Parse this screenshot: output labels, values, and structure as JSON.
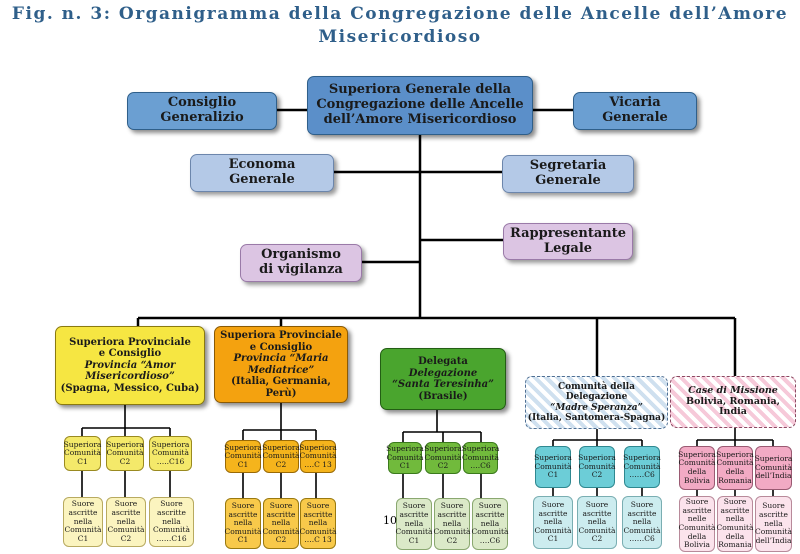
{
  "title": {
    "line1": "Fig. n. 3: Organigramma della Congregazione delle Ancelle dell’Amore",
    "line2": "Misericordioso"
  },
  "top": {
    "superiora_generale": [
      "Superiora Generale della",
      "Congregazione delle Ancelle",
      "dell’Amore Misericordioso"
    ],
    "consiglio": [
      "Consiglio",
      "Generalizio"
    ],
    "vicaria": [
      "Vicaria",
      "Generale"
    ],
    "economa": [
      "Economa",
      "Generale"
    ],
    "segretaria": [
      "Segretaria",
      "Generale"
    ],
    "organismo": [
      "Organismo",
      "di vigilanza"
    ],
    "rappresentante": [
      "Rappresentante",
      "Legale"
    ]
  },
  "branches": {
    "spagna": {
      "lines": [
        "Superiora Provinciale",
        "e Consiglio",
        "Provincia “Amor",
        "Misericordioso”",
        "(Spagna, Messico, Cuba)"
      ],
      "superiore": [
        [
          "Superiora",
          "Comunità",
          "C1"
        ],
        [
          "Superiora",
          "Comunità",
          "C2"
        ],
        [
          "Superiora",
          "Comunità",
          "…..C16"
        ]
      ],
      "suore": [
        [
          "Suore",
          "ascritte",
          "nella",
          "Comunità",
          "C1"
        ],
        [
          "Suore",
          "ascritte",
          "nella",
          "Comunità",
          "C2"
        ],
        [
          "Suore",
          "ascritte",
          "nella",
          "Comunità",
          "……C16"
        ]
      ]
    },
    "italia": {
      "lines": [
        "Superiora Provinciale",
        "e Consiglio",
        "Provincia “Maria",
        "Mediatrice”",
        "(Italia, Germania, Perù)"
      ],
      "superiore": [
        [
          "Superiora",
          "Comunità",
          "C1"
        ],
        [
          "Superiora",
          "Comunità",
          "C2"
        ],
        [
          "Superiora",
          "Comunità",
          "….C 13"
        ]
      ],
      "suore": [
        [
          "Suore",
          "ascritte",
          "nella",
          "Comunità",
          "C1"
        ],
        [
          "Suore",
          "ascritte",
          "nella",
          "Comunità",
          "C2"
        ],
        [
          "Suore",
          "ascritte",
          "nella",
          "Comunità",
          "….C 13"
        ]
      ]
    },
    "brasile": {
      "lines": [
        "Delegata",
        "Delegazione",
        "“Santa Teresinha”",
        "(Brasile)"
      ],
      "superiore": [
        [
          "Superiora",
          "Comunità",
          "C1"
        ],
        [
          "Superiora",
          "Comunità",
          "C2"
        ],
        [
          "Superiora",
          "Comunità",
          "….C6"
        ]
      ],
      "suore": [
        [
          "Suore",
          "ascritte",
          "nella",
          "Comunità",
          "C1"
        ],
        [
          "Suore",
          "ascritte",
          "nella",
          "Comunità",
          "C2"
        ],
        [
          "Suore",
          "ascritte",
          "nella",
          "Comunità",
          "….C6"
        ]
      ]
    },
    "madre_speranza": {
      "lines": [
        "Comunità della Delegazione",
        "“Madre Speranza”",
        "(Italia, Santomera-Spagna)"
      ],
      "superiore": [
        [
          "Superiora",
          "Comunità",
          "C1"
        ],
        [
          "Superiora",
          "Comunità",
          "C2"
        ],
        [
          "Superiora",
          "Comunità",
          "……C6"
        ]
      ],
      "suore": [
        [
          "Suore",
          "ascritte",
          "nella",
          "Comunità",
          "C1"
        ],
        [
          "Suore",
          "ascritte",
          "nella",
          "Comunità",
          "C2"
        ],
        [
          "Suore",
          "ascritte",
          "nella",
          "Comunità",
          "……C6"
        ]
      ]
    },
    "missione": {
      "lines": [
        "Case di Missione",
        "Bolivia, Romania, India"
      ],
      "superiore": [
        [
          "Superiora",
          "Comunità",
          "della",
          "Bolivia"
        ],
        [
          "Superiora",
          "Comunità",
          "della",
          "Romania"
        ],
        [
          "Superiora",
          "Comunità",
          "dell’India"
        ]
      ],
      "suore": [
        [
          "Suore",
          "ascritte",
          "nelle",
          "Comunità",
          "della",
          "Bolivia"
        ],
        [
          "Suore",
          "ascritte",
          "nella",
          "Comunità",
          "della",
          "Romania"
        ],
        [
          "Suore",
          "ascritte",
          "nella",
          "Comunità",
          "dell’India"
        ]
      ]
    }
  },
  "page_number": "10",
  "colors": {
    "title": "#2f5f8a",
    "blue": "#5b8fc9",
    "light_blue": "#b4c9e7",
    "purple": "#dcc5e3",
    "yellow": "#f6e642",
    "orange": "#f4a20f",
    "green": "#4aa52e",
    "cyan": "#6ccdd7",
    "pink": "#f2aac4"
  }
}
